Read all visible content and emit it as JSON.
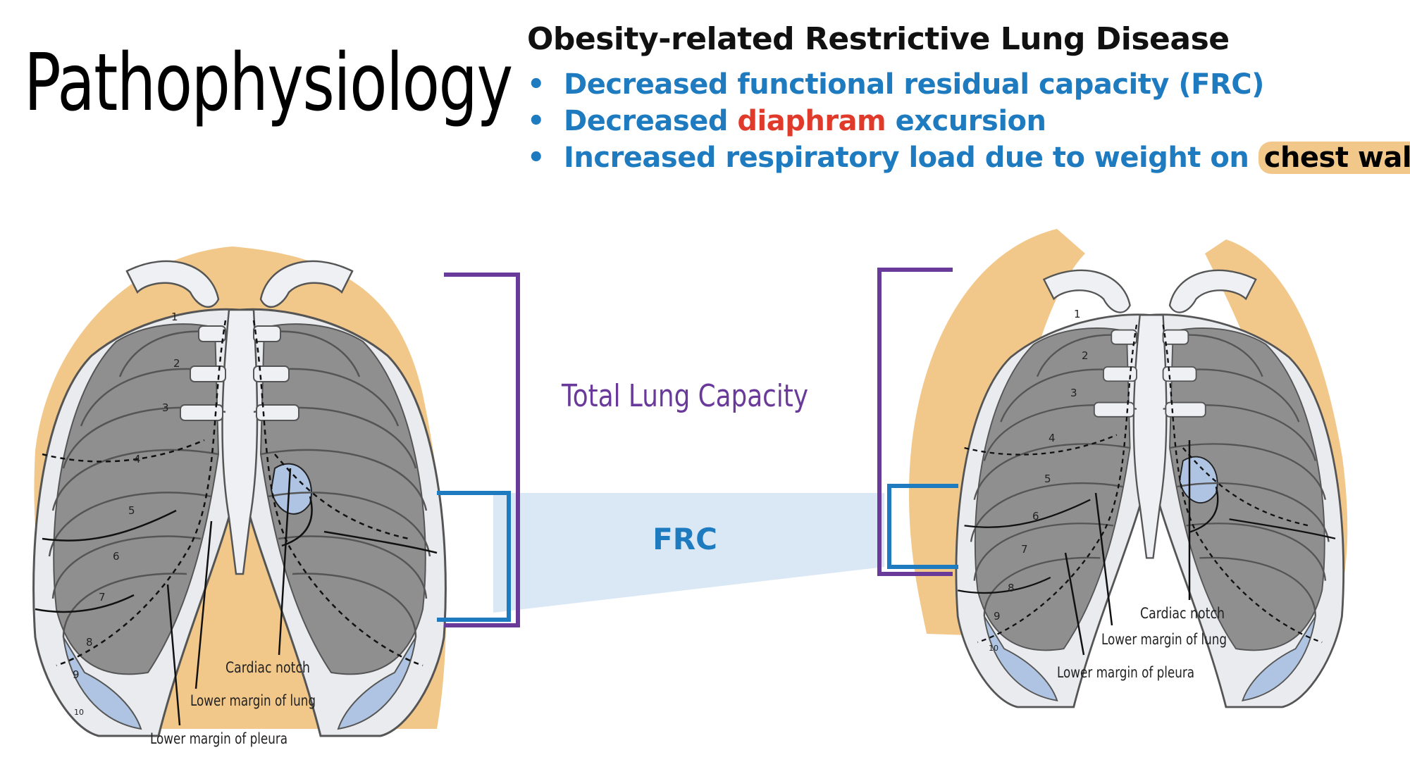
{
  "title": "Pathophysiology",
  "heading": "Obesity-related Restrictive Lung Disease",
  "bullets": [
    {
      "pre": "Decreased functional residual capacity (FRC)",
      "em": "",
      "post": "",
      "em_style": ""
    },
    {
      "pre": "Decreased ",
      "em": "diaphram",
      "post": " excursion",
      "em_style": "red"
    },
    {
      "pre": "Increased respiratory load due to weight on ",
      "em": "chest wall",
      "post": "",
      "em_style": "hl"
    }
  ],
  "bullet_symbol": "•",
  "labels": {
    "tlc": "Total Lung Capacity",
    "frc": "FRC",
    "cardiac_notch": "Cardiac notch",
    "lower_margin_lung": "Lower margin of lung",
    "lower_margin_pleura": "Lower margin of pleura"
  },
  "rib_numbers": [
    "1",
    "2",
    "3",
    "4",
    "5",
    "6",
    "7",
    "8",
    "9",
    "10"
  ],
  "colors": {
    "text_blue": "#1f7bbf",
    "accent_red": "#e03a2b",
    "fat": "#f2c88a",
    "tlc_purple": "#6a3a9a",
    "frc_blue": "#1f7bbf",
    "frc_band": "#d6e6f5",
    "lung_gray": "#8f8f8f",
    "lung_blue": "#aec4e2",
    "bone": "#eef0f3"
  }
}
